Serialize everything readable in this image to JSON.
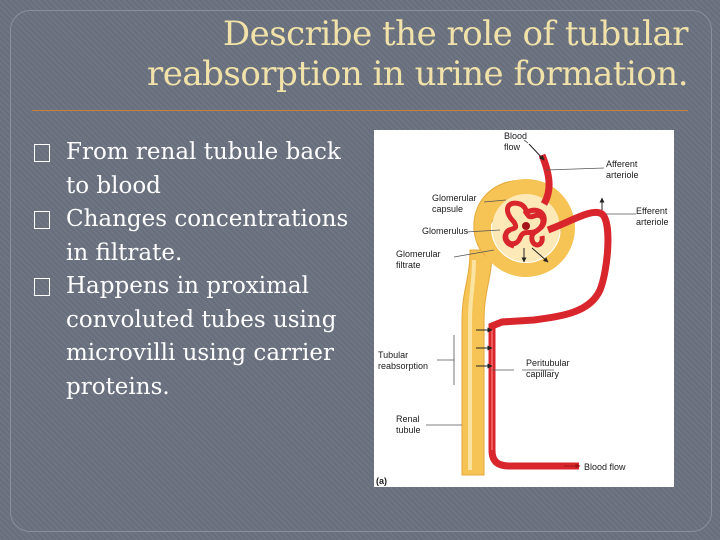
{
  "slide": {
    "title_line1": "Describe the role of tubular",
    "title_line2": "reabsorption in urine formation.",
    "bullets": [
      {
        "text": "From renal tubule back to blood"
      },
      {
        "text": "Changes concentrations in filtrate."
      },
      {
        "text": "Happens in proximal convoluted tubes using microvilli using carrier proteins."
      }
    ]
  },
  "figure": {
    "panel_label": "(a)",
    "labels": {
      "blood_flow_top_1": "Blood",
      "blood_flow_top_2": "flow",
      "afferent_1": "Afferent",
      "afferent_2": "arteriole",
      "glomerular_capsule_1": "Glomerular",
      "glomerular_capsule_2": "capsule",
      "efferent_1": "Efferent",
      "efferent_2": "arteriole",
      "glomerulus": "Glomerulus",
      "glomerular_filtrate_1": "Glomerular",
      "glomerular_filtrate_2": "filtrate",
      "tubular_reabsorption_1": "Tubular",
      "tubular_reabsorption_2": "reabsorption",
      "peritubular_1": "Peritubular",
      "peritubular_2": "capillary",
      "renal_tubule_1": "Renal",
      "renal_tubule_2": "tubule",
      "blood_flow_bottom": "Blood flow"
    },
    "colors": {
      "tubule": "#f6c455",
      "tubule_light": "#fbe3a2",
      "vessel": "#d8262c",
      "vessel_dark": "#a31419"
    }
  }
}
